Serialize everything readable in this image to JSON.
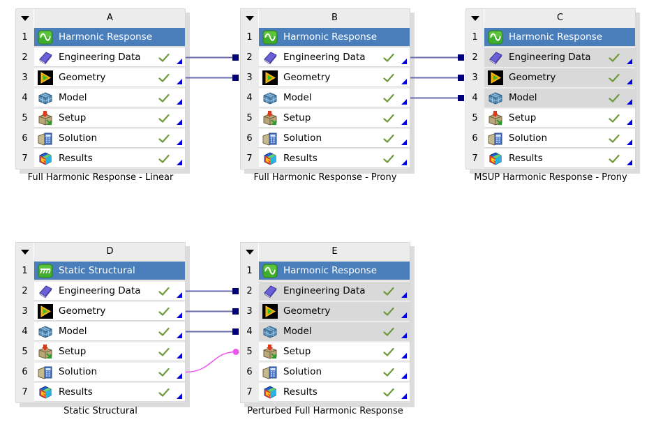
{
  "systems": [
    {
      "id": "A",
      "letter": "A",
      "caption": "Full Harmonic Response - Linear",
      "rows": [
        {
          "num": "1",
          "label": "Harmonic Response",
          "icon": "harmonic-response-icon",
          "type": "title"
        },
        {
          "num": "2",
          "label": "Engineering Data",
          "icon": "engineering-data-icon",
          "status": "up-to-date"
        },
        {
          "num": "3",
          "label": "Geometry",
          "icon": "geometry-icon",
          "status": "up-to-date"
        },
        {
          "num": "4",
          "label": "Model",
          "icon": "model-icon",
          "status": "up-to-date"
        },
        {
          "num": "5",
          "label": "Setup",
          "icon": "setup-icon",
          "status": "up-to-date"
        },
        {
          "num": "6",
          "label": "Solution",
          "icon": "solution-icon",
          "status": "up-to-date"
        },
        {
          "num": "7",
          "label": "Results",
          "icon": "results-icon",
          "status": "up-to-date"
        }
      ]
    },
    {
      "id": "B",
      "letter": "B",
      "caption": "Full Harmonic Response - Prony",
      "rows": [
        {
          "num": "1",
          "label": "Harmonic Response",
          "icon": "harmonic-response-icon",
          "type": "title"
        },
        {
          "num": "2",
          "label": "Engineering Data",
          "icon": "engineering-data-icon",
          "status": "up-to-date"
        },
        {
          "num": "3",
          "label": "Geometry",
          "icon": "geometry-icon",
          "status": "up-to-date"
        },
        {
          "num": "4",
          "label": "Model",
          "icon": "model-icon",
          "status": "up-to-date"
        },
        {
          "num": "5",
          "label": "Setup",
          "icon": "setup-icon",
          "status": "up-to-date"
        },
        {
          "num": "6",
          "label": "Solution",
          "icon": "solution-icon",
          "status": "up-to-date"
        },
        {
          "num": "7",
          "label": "Results",
          "icon": "results-icon",
          "status": "up-to-date"
        }
      ]
    },
    {
      "id": "C",
      "letter": "C",
      "caption": "MSUP Harmonic Response - Prony",
      "rows": [
        {
          "num": "1",
          "label": "Harmonic Response",
          "icon": "harmonic-response-icon",
          "type": "title"
        },
        {
          "num": "2",
          "label": "Engineering Data",
          "icon": "engineering-data-icon",
          "status": "up-to-date",
          "shared": true
        },
        {
          "num": "3",
          "label": "Geometry",
          "icon": "geometry-icon",
          "status": "up-to-date",
          "shared": true
        },
        {
          "num": "4",
          "label": "Model",
          "icon": "model-icon",
          "status": "up-to-date",
          "shared": true
        },
        {
          "num": "5",
          "label": "Setup",
          "icon": "setup-icon",
          "status": "up-to-date"
        },
        {
          "num": "6",
          "label": "Solution",
          "icon": "solution-icon",
          "status": "up-to-date"
        },
        {
          "num": "7",
          "label": "Results",
          "icon": "results-icon",
          "status": "up-to-date"
        }
      ]
    },
    {
      "id": "D",
      "letter": "D",
      "caption": "Static Structural",
      "rows": [
        {
          "num": "1",
          "label": "Static Structural",
          "icon": "static-structural-icon",
          "type": "title"
        },
        {
          "num": "2",
          "label": "Engineering Data",
          "icon": "engineering-data-icon",
          "status": "up-to-date"
        },
        {
          "num": "3",
          "label": "Geometry",
          "icon": "geometry-icon",
          "status": "up-to-date"
        },
        {
          "num": "4",
          "label": "Model",
          "icon": "model-icon",
          "status": "up-to-date"
        },
        {
          "num": "5",
          "label": "Setup",
          "icon": "setup-icon",
          "status": "up-to-date"
        },
        {
          "num": "6",
          "label": "Solution",
          "icon": "solution-icon",
          "status": "up-to-date"
        },
        {
          "num": "7",
          "label": "Results",
          "icon": "results-icon",
          "status": "up-to-date"
        }
      ]
    },
    {
      "id": "E",
      "letter": "E",
      "caption": "Perturbed Full Harmonic Response",
      "rows": [
        {
          "num": "1",
          "label": "Harmonic Response",
          "icon": "harmonic-response-icon",
          "type": "title"
        },
        {
          "num": "2",
          "label": "Engineering Data",
          "icon": "engineering-data-icon",
          "status": "up-to-date",
          "shared": true
        },
        {
          "num": "3",
          "label": "Geometry",
          "icon": "geometry-icon",
          "status": "up-to-date",
          "shared": true
        },
        {
          "num": "4",
          "label": "Model",
          "icon": "model-icon",
          "status": "up-to-date",
          "shared": true
        },
        {
          "num": "5",
          "label": "Setup",
          "icon": "setup-icon",
          "status": "up-to-date"
        },
        {
          "num": "6",
          "label": "Solution",
          "icon": "solution-icon",
          "status": "up-to-date"
        },
        {
          "num": "7",
          "label": "Results",
          "icon": "results-icon",
          "status": "up-to-date"
        }
      ]
    }
  ],
  "links": [
    {
      "from": "A",
      "from_row": 2,
      "to": "B",
      "to_row": 2,
      "kind": "share"
    },
    {
      "from": "A",
      "from_row": 3,
      "to": "B",
      "to_row": 3,
      "kind": "share"
    },
    {
      "from": "B",
      "from_row": 2,
      "to": "C",
      "to_row": 2,
      "kind": "share"
    },
    {
      "from": "B",
      "from_row": 3,
      "to": "C",
      "to_row": 3,
      "kind": "share"
    },
    {
      "from": "B",
      "from_row": 4,
      "to": "C",
      "to_row": 4,
      "kind": "share"
    },
    {
      "from": "D",
      "from_row": 2,
      "to": "E",
      "to_row": 2,
      "kind": "share"
    },
    {
      "from": "D",
      "from_row": 3,
      "to": "E",
      "to_row": 3,
      "kind": "share"
    },
    {
      "from": "D",
      "from_row": 4,
      "to": "E",
      "to_row": 4,
      "kind": "share"
    },
    {
      "from": "D",
      "from_row": 6,
      "to": "E",
      "to_row": 5,
      "kind": "transfer"
    }
  ],
  "colors": {
    "title_row": "#4a7ebb",
    "shared_row": "#d9d9d9",
    "share_link": "#00007a",
    "share_line": "#6a6ab0",
    "transfer_link": "#ee55ee",
    "check": "#6e9a3c",
    "refresh_triangle": "#0000e0"
  }
}
